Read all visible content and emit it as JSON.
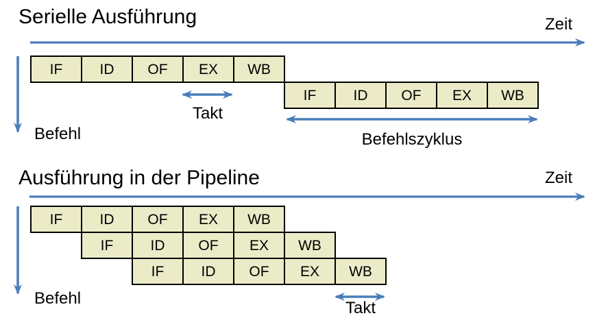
{
  "colors": {
    "accent_blue": "#4a7ebb",
    "box_fill": "#ebebc8",
    "box_border": "#000000",
    "text": "#000000"
  },
  "serial_section": {
    "title": "Serielle Ausführung",
    "time_axis_label": "Zeit",
    "instruction_axis_label": "Befehl",
    "clock_label": "Takt",
    "cycle_label": "Befehlszyklus",
    "rows": [
      {
        "offset": 0,
        "stages": [
          "IF",
          "ID",
          "OF",
          "EX",
          "WB"
        ]
      },
      {
        "offset": 5,
        "stages": [
          "IF",
          "ID",
          "OF",
          "EX",
          "WB"
        ]
      }
    ]
  },
  "pipeline_section": {
    "title": "Ausführung in der Pipeline",
    "time_axis_label": "Zeit",
    "instruction_axis_label": "Befehl",
    "clock_label": "Takt",
    "rows": [
      {
        "offset": 0,
        "stages": [
          "IF",
          "ID",
          "OF",
          "EX",
          "WB"
        ]
      },
      {
        "offset": 1,
        "stages": [
          "IF",
          "ID",
          "OF",
          "EX",
          "WB"
        ]
      },
      {
        "offset": 2,
        "stages": [
          "IF",
          "ID",
          "OF",
          "EX",
          "WB"
        ]
      }
    ]
  }
}
